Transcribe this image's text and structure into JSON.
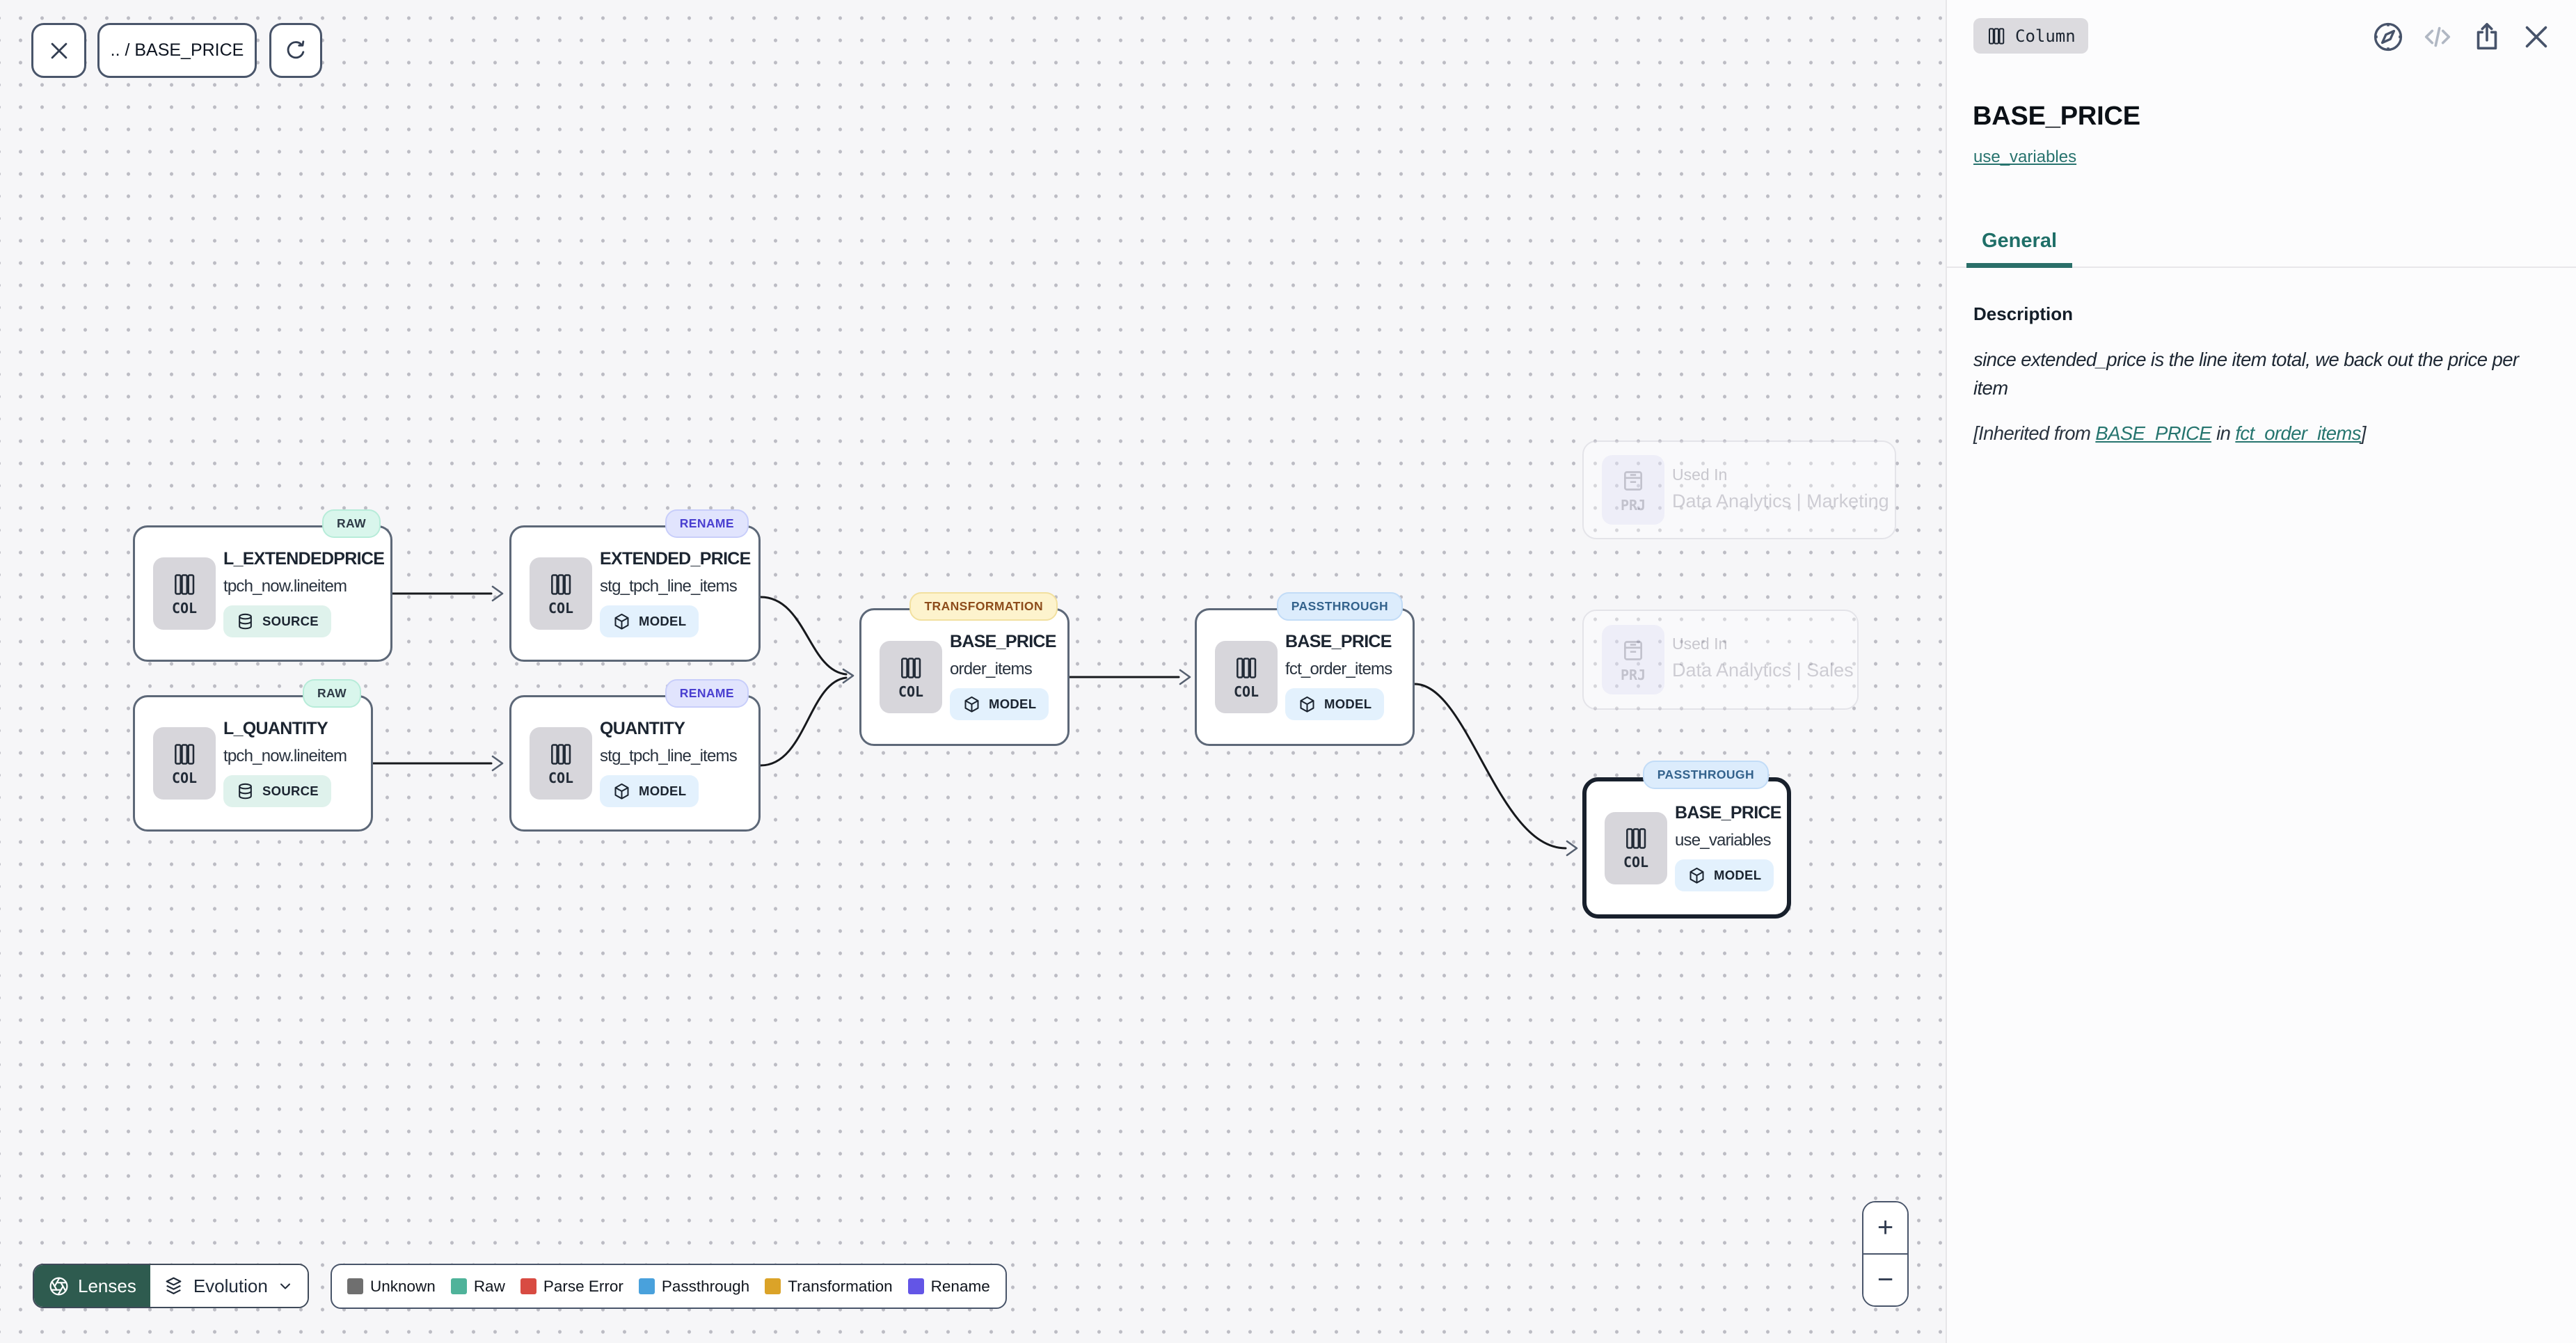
{
  "toolbar": {
    "breadcrumb": ".. / BASE_PRICE",
    "icons": [
      "close-icon",
      "refresh-icon"
    ]
  },
  "graph": {
    "nodes": [
      {
        "kind": "COL",
        "badge": "RAW",
        "title": "L_EXTENDEDPRICE",
        "subtitle": "tpch_now.lineitem",
        "chip": "SOURCE",
        "chip_icon": "database-icon"
      },
      {
        "kind": "COL",
        "badge": "RAW",
        "title": "L_QUANTITY",
        "subtitle": "tpch_now.lineitem",
        "chip": "SOURCE",
        "chip_icon": "database-icon"
      },
      {
        "kind": "COL",
        "badge": "RENAME",
        "title": "EXTENDED_PRICE",
        "subtitle": "stg_tpch_line_items",
        "chip": "MODEL",
        "chip_icon": "cube-icon"
      },
      {
        "kind": "COL",
        "badge": "RENAME",
        "title": "QUANTITY",
        "subtitle": "stg_tpch_line_items",
        "chip": "MODEL",
        "chip_icon": "cube-icon"
      },
      {
        "kind": "COL",
        "badge": "TRANSFORMATION",
        "title": "BASE_PRICE",
        "subtitle": "order_items",
        "chip": "MODEL",
        "chip_icon": "cube-icon"
      },
      {
        "kind": "COL",
        "badge": "PASSTHROUGH",
        "title": "BASE_PRICE",
        "subtitle": "fct_order_items",
        "chip": "MODEL",
        "chip_icon": "cube-icon"
      },
      {
        "kind": "COL",
        "badge": "PASSTHROUGH",
        "title": "BASE_PRICE",
        "subtitle": "use_variables",
        "chip": "MODEL",
        "chip_icon": "cube-icon",
        "selected": true
      }
    ],
    "projects": [
      {
        "kind": "PRJ",
        "label": "Used In",
        "name": "Data Analytics | Marketing",
        "icon": "drawer-icon"
      },
      {
        "kind": "PRJ",
        "label": "Used In",
        "name": "Data Analytics | Sales",
        "icon": "drawer-icon"
      }
    ]
  },
  "lenses": {
    "button_label": "Lenses",
    "button_icon": "aperture-icon",
    "selected_lens": "Evolution",
    "lens_icon": "layers-icon",
    "chevron_icon": "chevron-down-icon"
  },
  "legend": {
    "items": [
      {
        "label": "Unknown",
        "color": "#6f6f6f"
      },
      {
        "label": "Raw",
        "color": "#4fb39a"
      },
      {
        "label": "Parse Error",
        "color": "#d84b42"
      },
      {
        "label": "Passthrough",
        "color": "#49a1dc"
      },
      {
        "label": "Transformation",
        "color": "#dba328"
      },
      {
        "label": "Rename",
        "color": "#6355e6"
      }
    ]
  },
  "zoom_controls": {
    "zoom_in": "+",
    "zoom_out": "−"
  },
  "panel": {
    "type_badge": "Column",
    "type_icon": "columns-icon",
    "action_icons": [
      "compass-icon",
      "code-icon",
      "share-icon",
      "close-icon"
    ],
    "title": "BASE_PRICE",
    "subtitle_link": "use_variables",
    "tabs": [
      {
        "label": "General",
        "active": true
      }
    ],
    "description_heading": "Description",
    "description_text": "since extended_price is the line item total, we back out the price per item",
    "inherited": {
      "prefix": "[Inherited from ",
      "link1": "BASE_PRICE",
      "middle": " in ",
      "link2": "fct_order_items",
      "suffix": "]"
    }
  },
  "colors": {
    "accent_teal": "#26756f",
    "lenses_green": "#2e5b4f",
    "selected_node_border": "#18202c",
    "canvas_bg": "#f6f6f8",
    "panel_bg": "#fcfcfd"
  }
}
